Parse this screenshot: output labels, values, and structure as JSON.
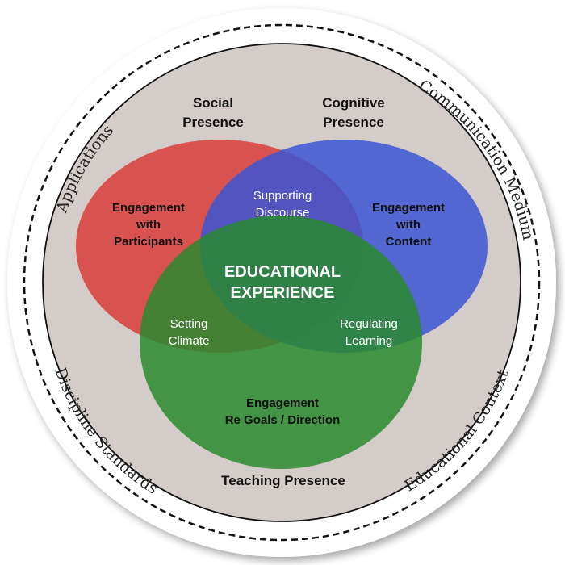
{
  "colors": {
    "ring_background": "#d4ccc9",
    "social": "#d83c3a",
    "cognitive": "#3b55d3",
    "teaching": "#2a8a2f",
    "dashed_border": "#111111"
  },
  "ring": {
    "applications": "Applications",
    "communication_medium": "Communication Medium",
    "discipline_standards": "Discipline Standards",
    "educational_context": "Educational Context"
  },
  "presences": {
    "social_line1": "Social",
    "social_line2": "Presence",
    "cognitive_line1": "Cognitive",
    "cognitive_line2": "Presence",
    "teaching": "Teaching Presence"
  },
  "regions": {
    "participants_line1": "Engagement",
    "participants_line2": "with",
    "participants_line3": "Participants",
    "content_line1": "Engagement",
    "content_line2": "with",
    "content_line3": "Content",
    "goals_line1": "Engagement",
    "goals_line2": "Re Goals / Direction",
    "discourse_line1": "Supporting",
    "discourse_line2": "Discourse",
    "climate_line1": "Setting",
    "climate_line2": "Climate",
    "regulating_line1": "Regulating",
    "regulating_line2": "Learning",
    "center_line1": "EDUCATIONAL",
    "center_line2": "EXPERIENCE"
  }
}
